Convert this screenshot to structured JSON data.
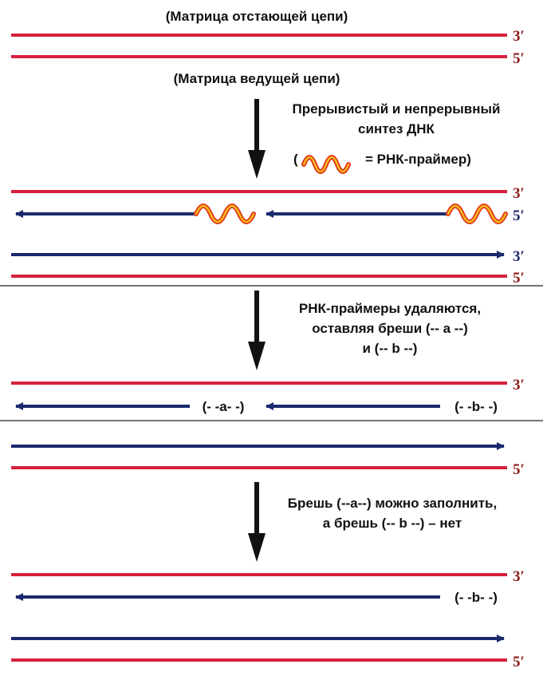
{
  "colors": {
    "template_strand": "#d6203c",
    "new_strand": "#1b2a6e",
    "primer_outer": "#e23a1e",
    "primer_inner": "#f7c21a",
    "arrow": "#111111",
    "divider": "#222222"
  },
  "labels": {
    "lagging_template": "(Матрица отстающей цепи)",
    "leading_template": "(Матрица ведущей цепи)",
    "step1_line1": "Прерывистый и непрерывный",
    "step1_line2": "синтез ДНК",
    "legend_open": "(",
    "legend_eq": "= РНК-праймер)",
    "step2_line1": "РНК-праймеры удаляются,",
    "step2_line2": "оставляя бреши (-- a --)",
    "step2_line3": "и (-- b --)",
    "step3_line1": "Брешь (--a--) можно заполнить,",
    "step3_line2": "а брешь (-- b --) – нет"
  },
  "ends": {
    "three_prime": "3′",
    "five_prime": "5′"
  },
  "gaps": {
    "gap_a": "(- -a- -)",
    "gap_b": "(- -b- -)"
  }
}
